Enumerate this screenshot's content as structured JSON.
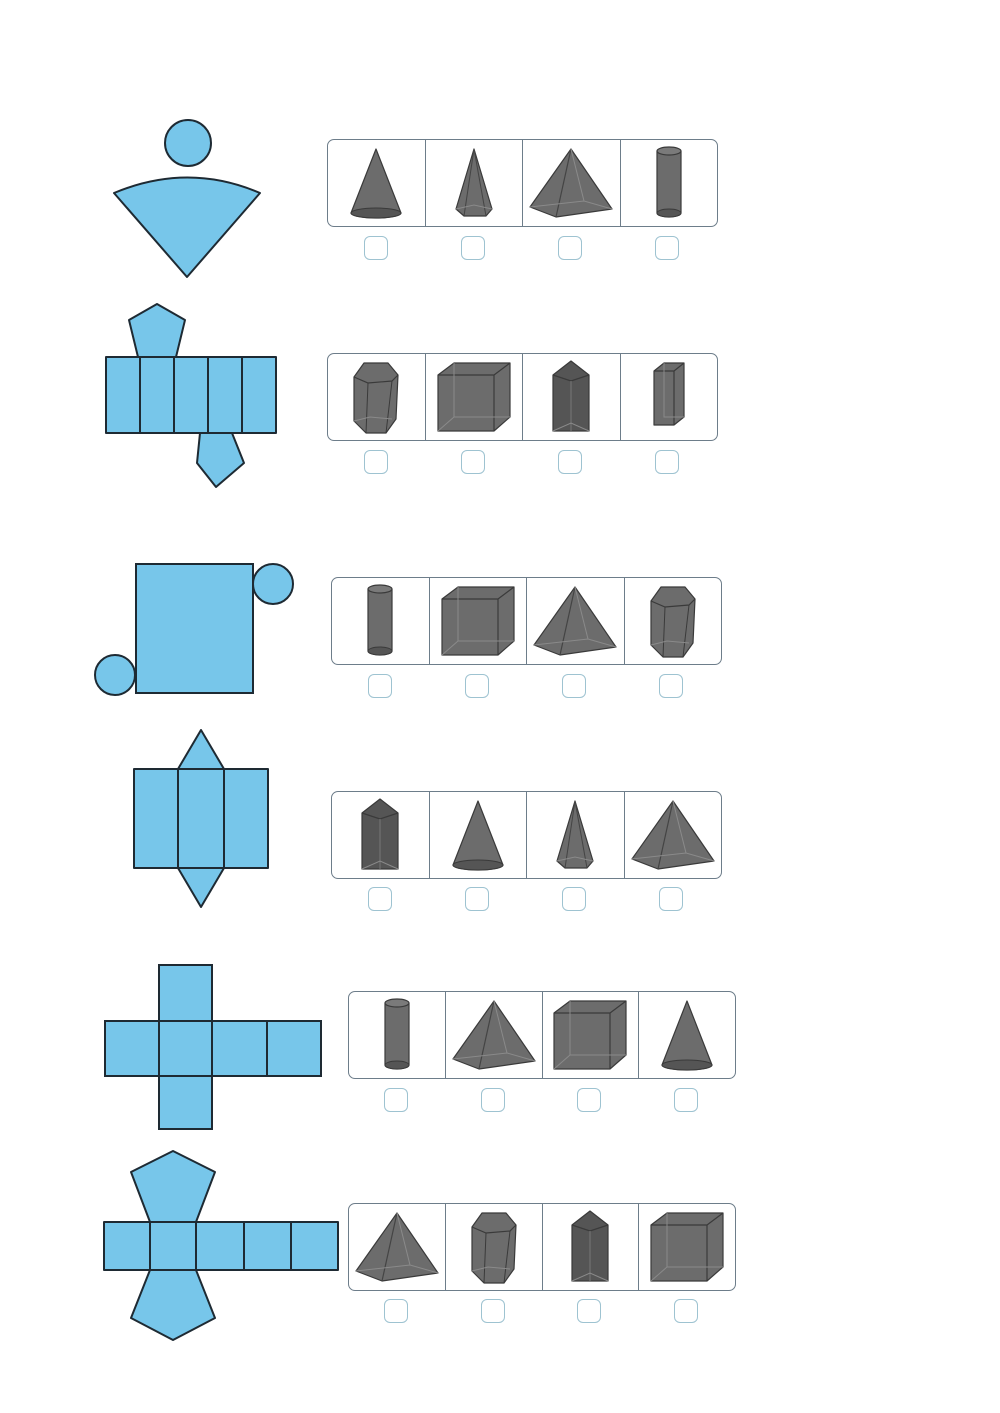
{
  "colors": {
    "net_fill": "#77c6ea",
    "net_stroke": "#1e2a33",
    "solid_fill": "#6c6c6c",
    "solid_dark": "#555555",
    "checkbox_border": "#9ec3d1"
  },
  "questions": [
    {
      "net": "cone-net",
      "options": [
        {
          "icon": "cone-icon"
        },
        {
          "icon": "pentagonal-pyramid-icon"
        },
        {
          "icon": "square-pyramid-icon"
        },
        {
          "icon": "cylinder-icon"
        }
      ]
    },
    {
      "net": "pentagonal-prism-net",
      "options": [
        {
          "icon": "pentagonal-prism-icon"
        },
        {
          "icon": "cube-icon"
        },
        {
          "icon": "triangular-prism-icon"
        },
        {
          "icon": "rectangular-prism-icon"
        }
      ]
    },
    {
      "net": "cylinder-net",
      "options": [
        {
          "icon": "cylinder-icon"
        },
        {
          "icon": "cube-icon"
        },
        {
          "icon": "square-pyramid-icon"
        },
        {
          "icon": "pentagonal-prism-icon"
        }
      ]
    },
    {
      "net": "triangular-prism-net",
      "options": [
        {
          "icon": "triangular-prism-icon"
        },
        {
          "icon": "cone-icon"
        },
        {
          "icon": "pentagonal-pyramid-icon"
        },
        {
          "icon": "square-pyramid-icon"
        }
      ]
    },
    {
      "net": "cube-net",
      "options": [
        {
          "icon": "cylinder-icon"
        },
        {
          "icon": "square-pyramid-icon"
        },
        {
          "icon": "cube-icon"
        },
        {
          "icon": "cone-icon"
        }
      ]
    },
    {
      "net": "pentagonal-prism-net",
      "options": [
        {
          "icon": "square-pyramid-icon"
        },
        {
          "icon": "pentagonal-prism-icon"
        },
        {
          "icon": "triangular-prism-icon"
        },
        {
          "icon": "cube-icon"
        }
      ]
    }
  ]
}
